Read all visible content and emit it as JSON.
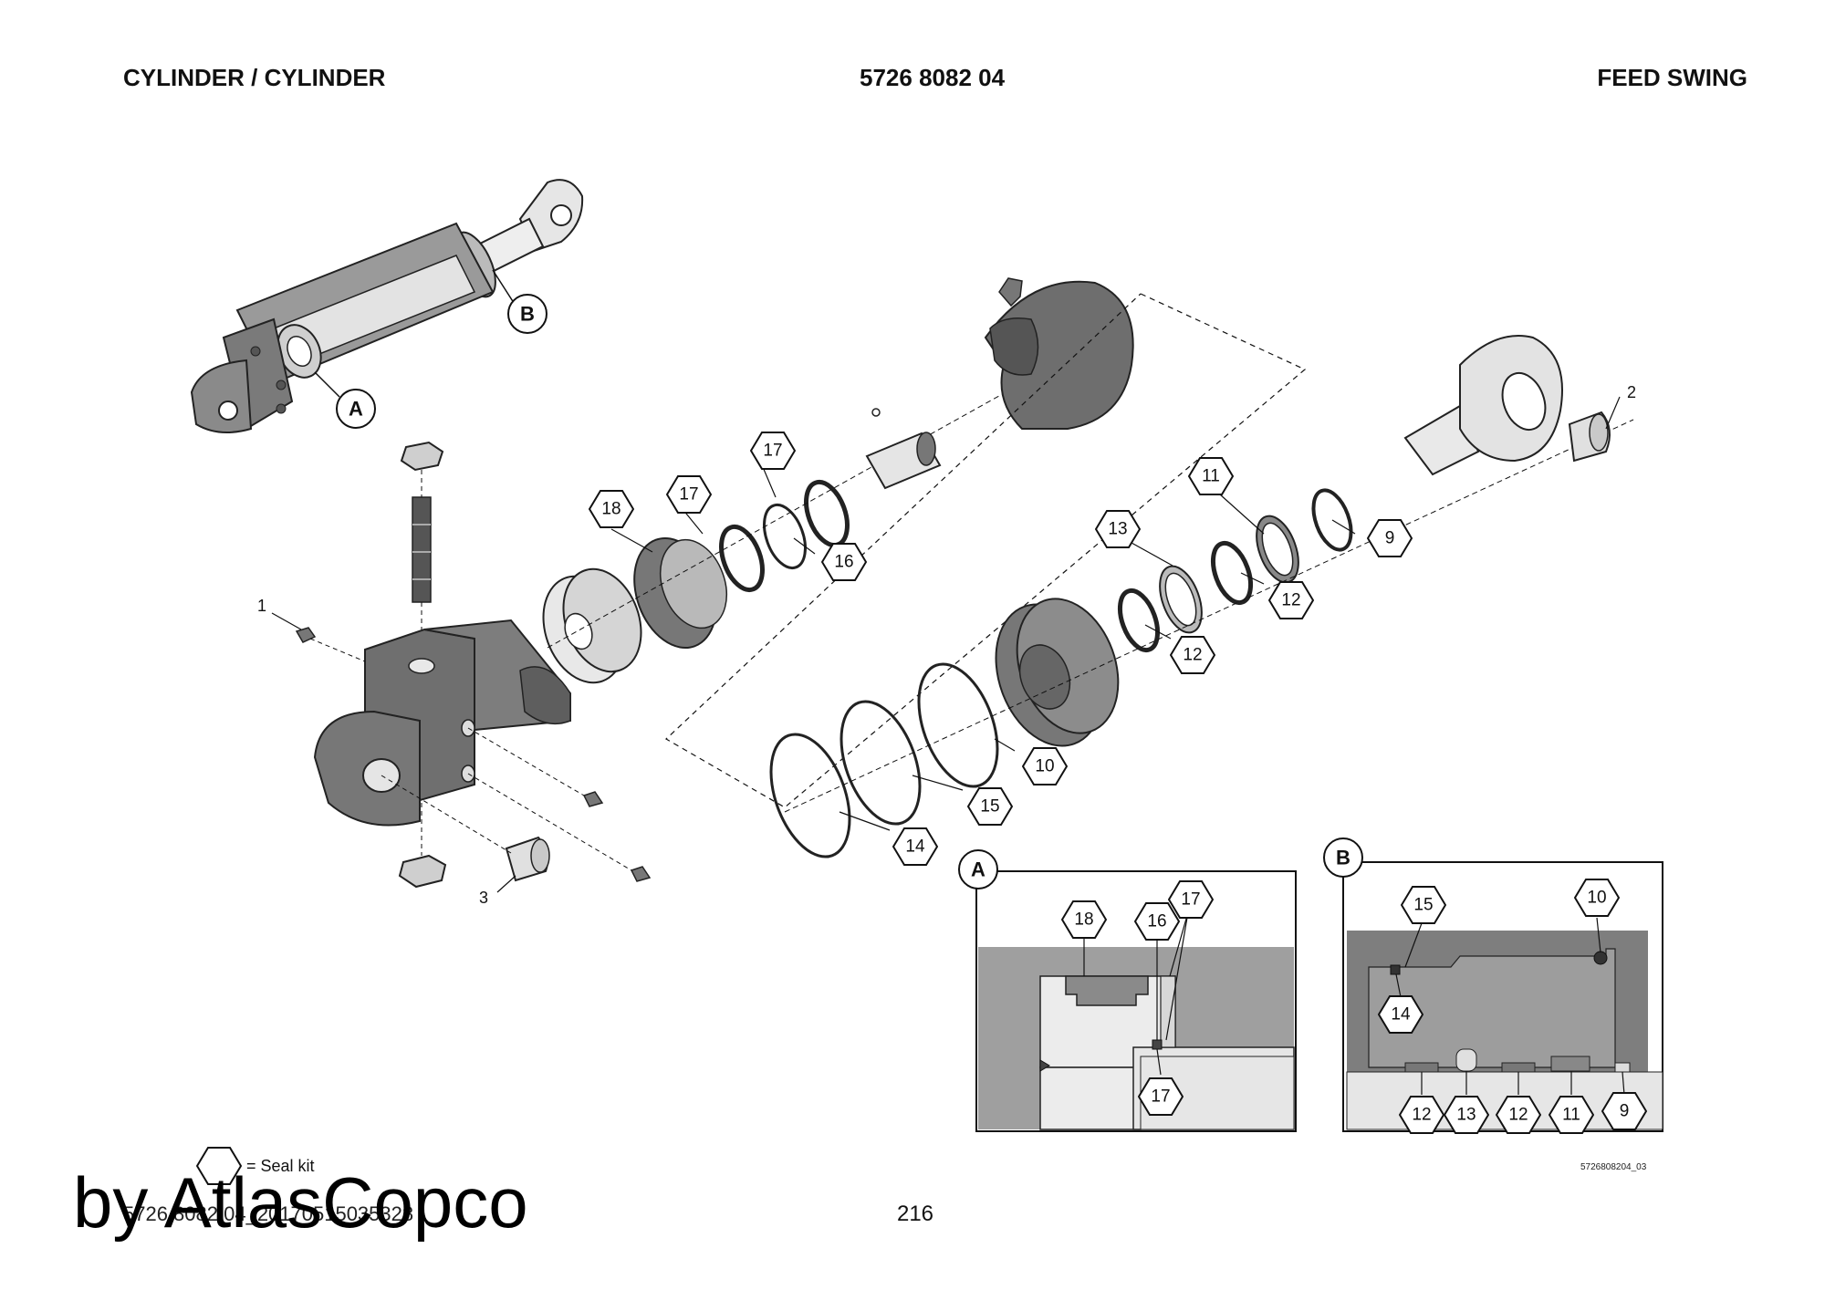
{
  "header": {
    "left": "CYLINDER / CYLINDER",
    "center": "5726 8082 04",
    "right": "FEED SWING"
  },
  "detail_views": {
    "a": "A",
    "b": "B"
  },
  "plain_callouts": {
    "p1": "1",
    "p2": "2",
    "p3": "3"
  },
  "hex_callouts": {
    "h9": "9",
    "h10": "10",
    "h11": "11",
    "h12a": "12",
    "h12b": "12",
    "h13": "13",
    "h14": "14",
    "h15": "15",
    "h16": "16",
    "h17a": "17",
    "h17b": "17",
    "h18": "18"
  },
  "detail_a_callouts": {
    "d18": "18",
    "d16": "16",
    "d17a": "17",
    "d17b": "17"
  },
  "detail_b_callouts": {
    "d15": "15",
    "d10": "10",
    "d14": "14",
    "d12a": "12",
    "d13": "13",
    "d12b": "12",
    "d11": "11",
    "d9": "9"
  },
  "legend": {
    "text": "= Seal kit"
  },
  "image_ref": "5726808204_03",
  "footer": {
    "doc_id": "5726 8082 04_20170515035328",
    "page_number": "216"
  },
  "watermark": "by AtlasCopco"
}
